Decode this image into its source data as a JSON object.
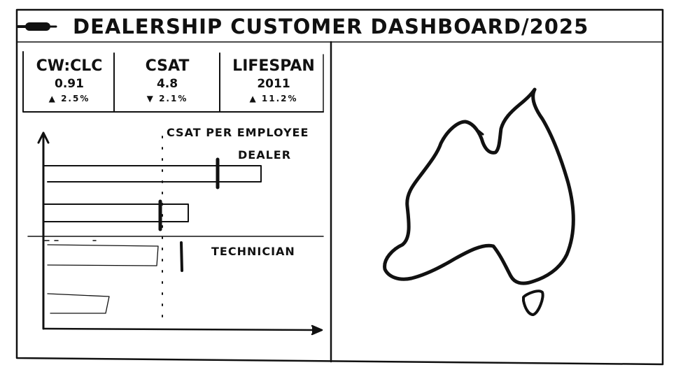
{
  "header": {
    "title": "DEALERSHIP CUSTOMER DASHBOARD/2025",
    "menu_icon": "pencil-icon"
  },
  "kpis": [
    {
      "label": "CW:CLC",
      "value": "0.91",
      "change": "▲ 2.5%"
    },
    {
      "label": "CSAT",
      "value": "4.8",
      "change": "▼ 2.1%"
    },
    {
      "label": "LIFESPAN",
      "value": "2011",
      "change": "▲ 11.2%"
    }
  ],
  "chart_panel": {
    "title_line1": "CSAT PER EMPLOYEE",
    "title_line2": "DEALER",
    "group2_label": "TECHNICIAN"
  },
  "map_panel": {
    "icon": "australia-map-icon"
  },
  "colors": {
    "ink": "#111111",
    "paper": "#ffffff"
  }
}
